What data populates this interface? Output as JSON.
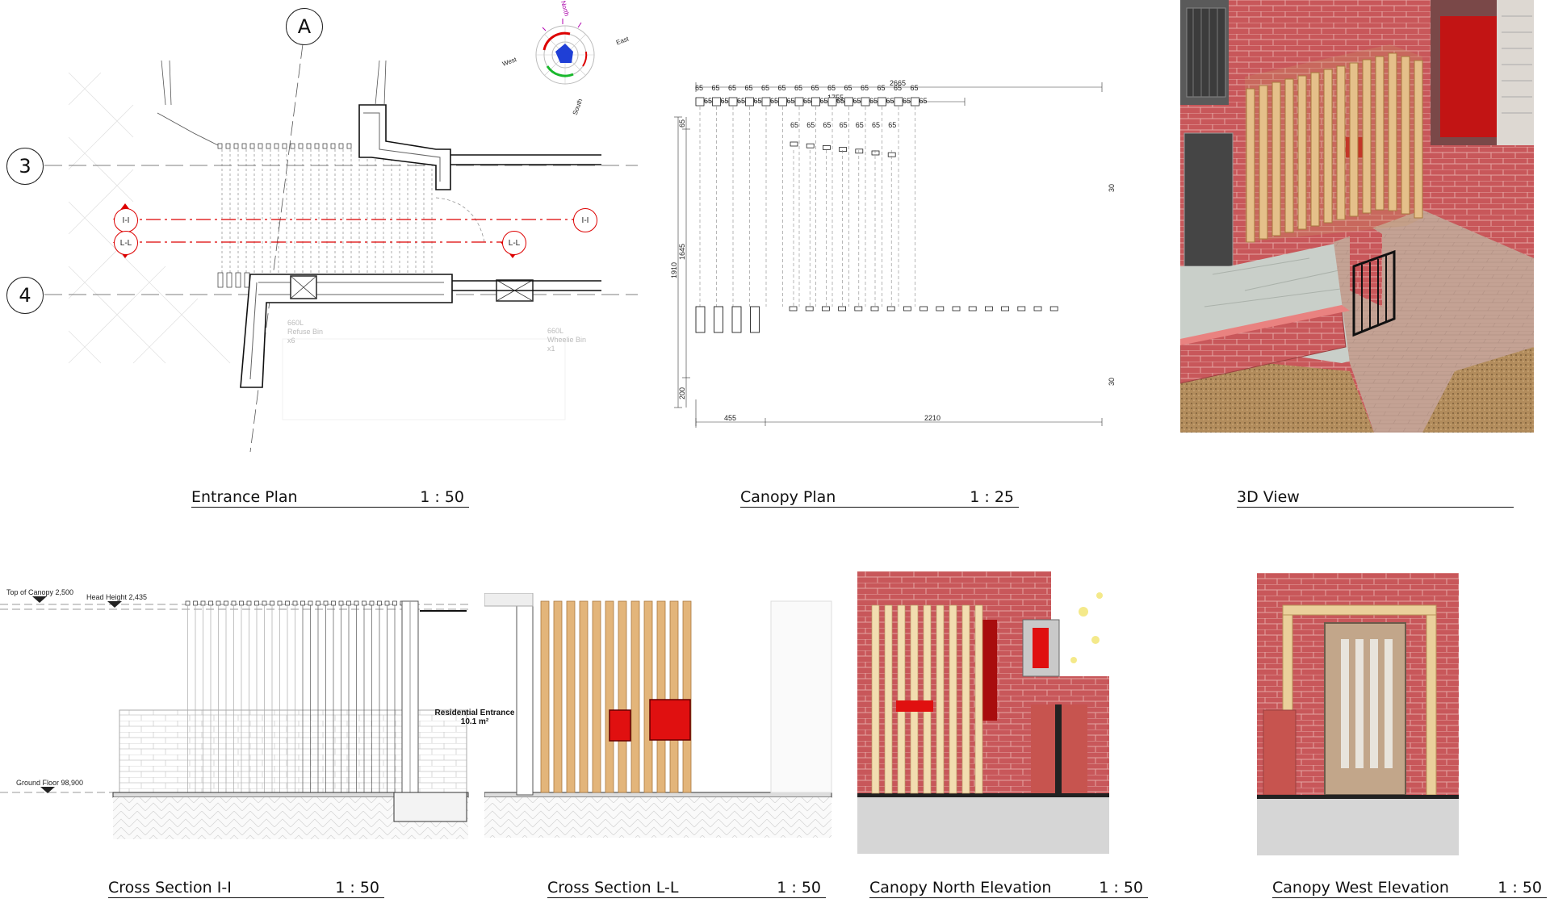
{
  "views": {
    "entrance_plan": {
      "title": "Entrance Plan",
      "scale": "1 : 50"
    },
    "canopy_plan": {
      "title": "Canopy Plan",
      "scale": "1 : 25"
    },
    "view_3d": {
      "title": "3D View"
    },
    "cross_section_ii": {
      "title": "Cross Section I-I",
      "scale": "1 : 50"
    },
    "cross_section_ll": {
      "title": "Cross Section L-L",
      "scale": "1 : 50"
    },
    "north_elevation": {
      "title": "Canopy North Elevation",
      "scale": "1 : 50"
    },
    "west_elevation": {
      "title": "Canopy West Elevation",
      "scale": "1 : 50"
    }
  },
  "entrance_plan": {
    "grid_a": "A",
    "grid_3": "3",
    "grid_4": "4",
    "section_i": "I-I",
    "section_l": "L-L",
    "compass": {
      "north": "North",
      "east": "East",
      "south": "South",
      "west": "West"
    },
    "bin_1": {
      "line1": "660L",
      "line2": "Refuse Bin",
      "line3": "x6"
    },
    "bin_2": {
      "line1": "660L",
      "line2": "Wheelie Bin",
      "line3": "x1"
    }
  },
  "canopy_plan": {
    "dim_overall": "2665",
    "dim_upper": "1755",
    "dim_left_total": "1910",
    "dim_left_mid": "1645",
    "dim_left_top": "65",
    "dim_left_bottom": "200",
    "dim_bottom_left": "455",
    "dim_bottom_right": "2210",
    "dim_slat": "65",
    "dim_right_top": "30",
    "dim_right_bottom": "30"
  },
  "cross_section_ii": {
    "top_of_canopy": "Top of Canopy 2,500",
    "head_height": "Head Height 2,435",
    "ground_floor": "Ground Floor 98,900",
    "room_name": "Residential Entrance",
    "room_area": "10.1 m²"
  },
  "colors": {
    "brick": "#d9625e",
    "timber": "#e3b57a",
    "door_red": "#e01010",
    "section_red": "#dd0000",
    "compass_blue": "#1f3fd6"
  }
}
